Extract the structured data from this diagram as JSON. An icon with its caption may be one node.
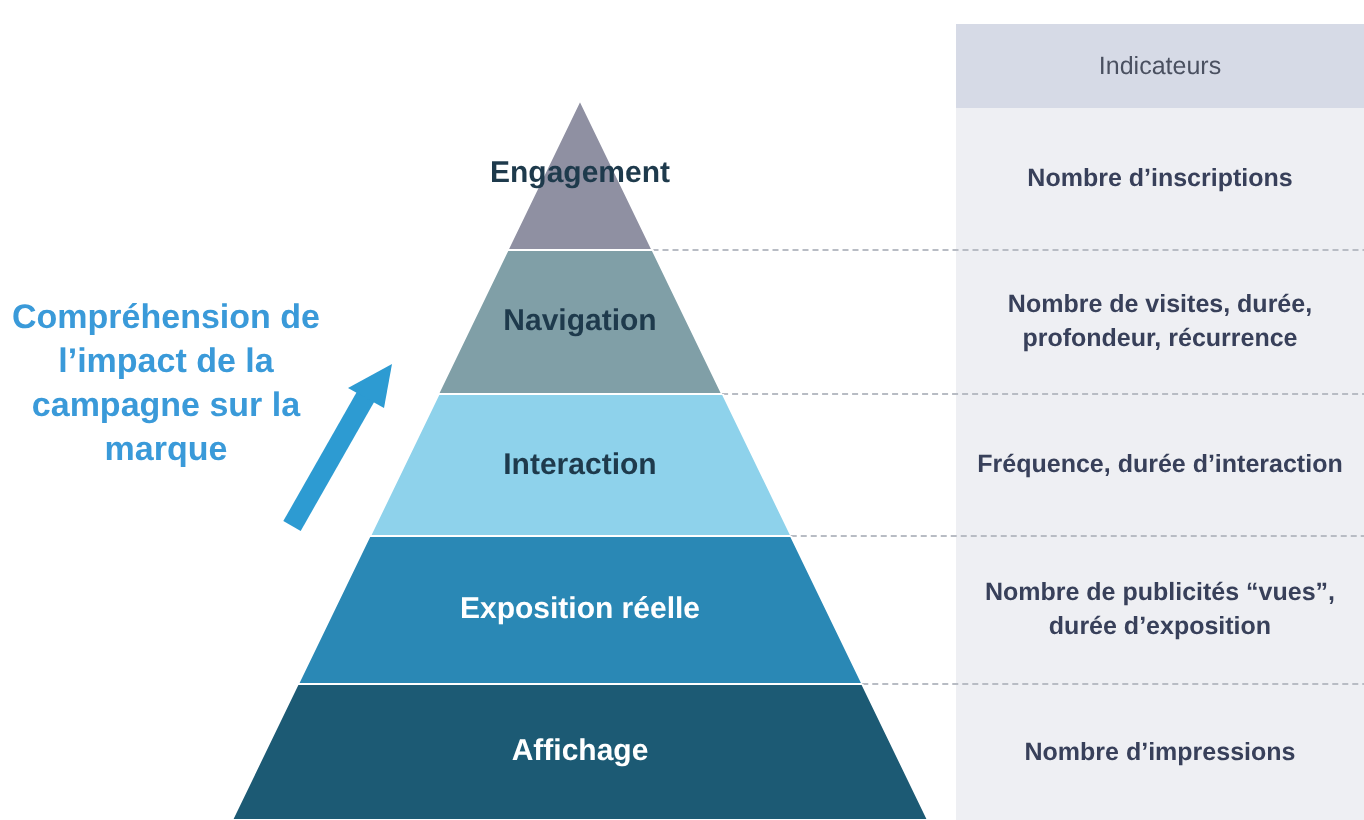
{
  "diagram": {
    "nodes": [
      {
        "text": [
          "Engagement"
        ]
      },
      {
        "text": [
          "Navigation"
        ]
      },
      {
        "text": [
          "Interaction"
        ]
      },
      {
        "text": [
          "Exposition réelle"
        ]
      },
      {
        "text": [
          "Affichage"
        ]
      }
    ],
    "labels": [
      "Compréhension de l’impact de la campagne sur la marque",
      "Indicateurs",
      "Nombre d’inscriptions",
      "Nombre de visites, durée, profondeur, récurrence",
      "Fréquence, durée d’interaction",
      "Nombre de publicités “vues”, durée d’exposition",
      "Nombre d’impressions"
    ]
  }
}
